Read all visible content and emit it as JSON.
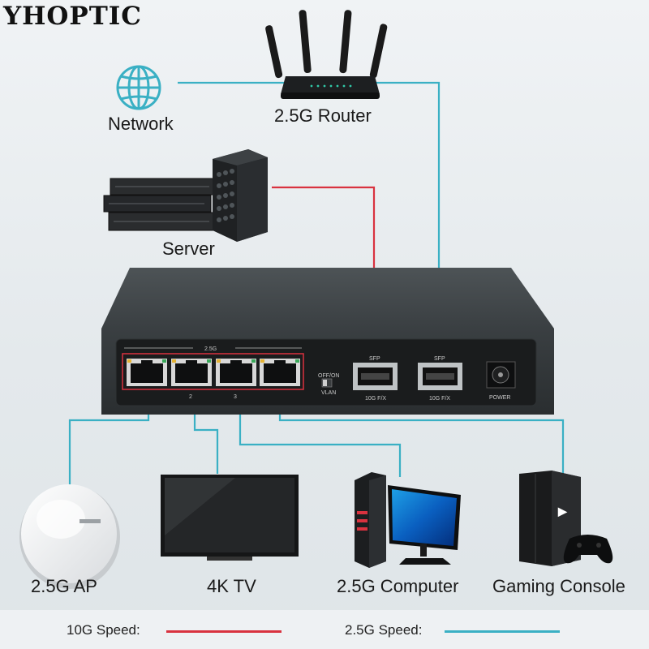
{
  "brand": "YHOPTIC",
  "labels": {
    "network": "Network",
    "router": "2.5G Router",
    "server": "Server",
    "ap": "2.5G AP",
    "tv": "4K TV",
    "computer": "2.5G Computer",
    "console": "Gaming Console"
  },
  "switch_panel": {
    "port_group": "2.5G",
    "port_numbers": [
      "2",
      "3"
    ],
    "vlan_switch_top": "OFF/ON",
    "vlan_switch_bottom": "VLAN",
    "sfp_top": "SFP",
    "sfp_1": "10G F/X",
    "sfp_2": "10G F/X",
    "power": "POWER"
  },
  "legend": {
    "speed_10g": "10G Speed:",
    "speed_25g": "2.5G Speed:"
  },
  "colors": {
    "line_10g": "#d9323f",
    "line_25g": "#3ab0c4",
    "device_dark": "#2b2f31",
    "background": "#e9eef0"
  }
}
